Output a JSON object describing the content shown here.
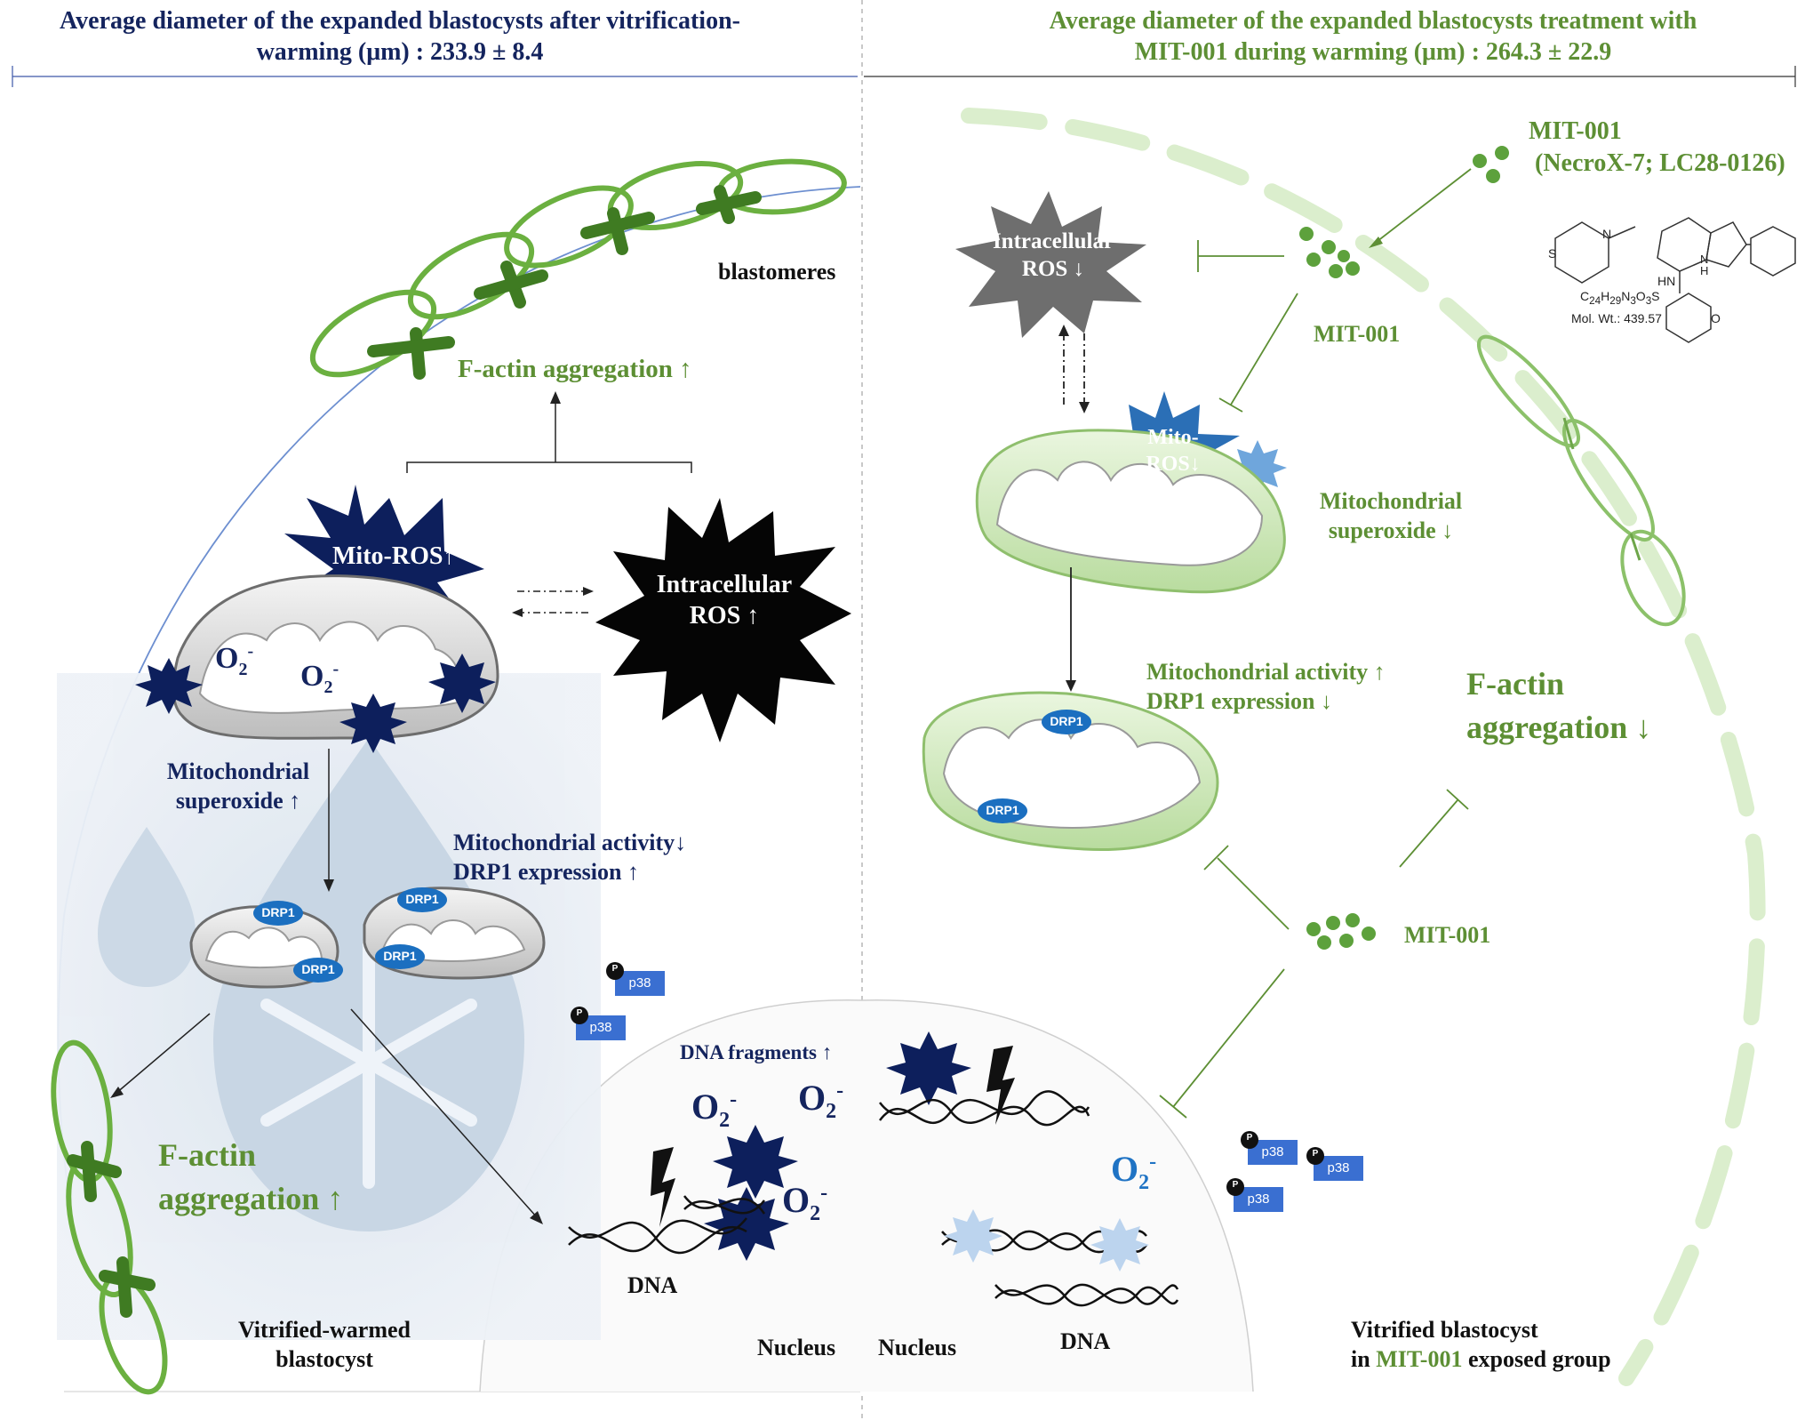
{
  "left": {
    "header": "Average diameter of the expanded blastocysts after vitrification-\nwarming (μm) : 233.9 ± 8.4",
    "blastomeres": "blastomeres",
    "factin_top": "F-actin aggregation ↑",
    "mito_ros": "Mito-ROS↑",
    "intracellular_ros": "Intracellular\nROS ↑",
    "superoxide": "Mitochondrial\nsuperoxide ↑",
    "activity": "Mitochondrial activity↓\nDRP1 expression ↑",
    "factin_bottom": "F-actin\naggregation ↑",
    "caption": "Vitrified-warmed\nblastocyst",
    "nucleus": "Nucleus",
    "dna_fragments": "DNA fragments ↑",
    "dna": "DNA",
    "o2_sup": "-",
    "o2": "O",
    "o2_sub": "2",
    "drp1": "DRP1",
    "p38": "p38",
    "p": "P"
  },
  "right": {
    "header": "Average diameter of the expanded blastocysts treatment with\nMIT-001 during warming (μm) : 264.3 ± 22.9",
    "mit001_title": "MIT-001\n (NecroX-7; LC28-0126)",
    "mit001": "MIT-001",
    "intracellular_ros": "Intracellular\nROS ↓",
    "mito_ros": "Mito-\nROS↓",
    "superoxide": "Mitochondrial\nsuperoxide ↓",
    "activity": "Mitochondrial activity ↑\nDRP1 expression ↓",
    "factin": "F-actin\naggregation ↓",
    "caption_line1": "Vitrified blastocyst",
    "caption_in": "in ",
    "caption_mit": "MIT-001",
    "caption_end": " exposed group",
    "nucleus": "Nucleus",
    "dna": "DNA",
    "formula_c": "C",
    "formula_24": "24",
    "formula_h": "H",
    "formula_29": "29",
    "formula_n": "N",
    "formula_3a": "3",
    "formula_o": "O",
    "formula_3b": "3",
    "formula_s": "S",
    "mol_wt": "Mol. Wt.: 439.57",
    "hn": "HN",
    "nh": "N\nH",
    "o_label": "O",
    "s_label": "S",
    "n_label": "N"
  },
  "colors": {
    "navy": "#14245e",
    "green": "#5d8f34",
    "light_green": "#a7d08a",
    "blue": "#1f73c4",
    "p38": "#3a6fd1"
  }
}
